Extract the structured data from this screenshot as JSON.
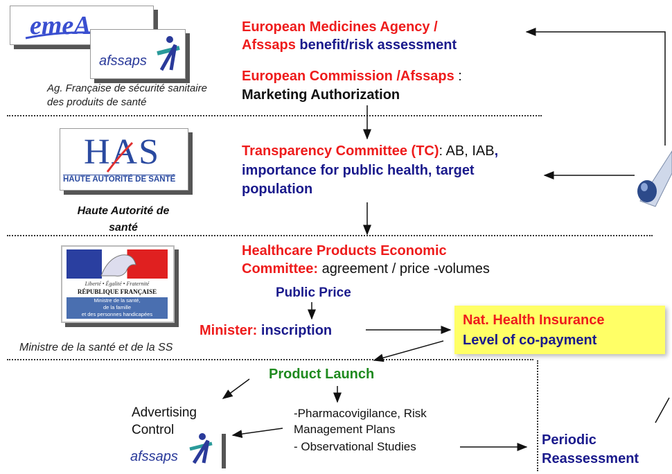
{
  "logos": {
    "emea_text": "emeA",
    "afssaps_text": "afssaps",
    "has_main": "HAS",
    "has_sub": "HAUTE AUTORITÉ DE SANTÉ",
    "republic_motto": "Liberté • Égalité • Fraternité",
    "republic_name": "RÉPUBLIQUE FRANÇAISE",
    "ministry_line1": "Ministre de la santé,",
    "ministry_line2": "de la famille",
    "ministry_line3": "et des personnes handicapées",
    "afssaps_bottom_text": "afssaps"
  },
  "captions": {
    "afssaps": "Ag. Française de sécurité sanitaire des produits de santé",
    "has": "Haute Autorité de santé",
    "ministry": "Ministre de la santé et de la SS"
  },
  "section1": {
    "ema_red": "European Medicines Agency /",
    "ema_red2": "Afssaps",
    "ema_navy": "benefit/risk assessment",
    "ec_red": "European Commission /Afssaps",
    "ec_colon": " :",
    "ec_black": "Marketing Authorization"
  },
  "section2": {
    "tc_red": "Transparency Committee (TC)",
    "tc_black": ": AB, IAB",
    "tc_comma": ",",
    "tc_navy1": "importance for public health, target",
    "tc_navy2": "population"
  },
  "section3": {
    "hpec_red1": "Healthcare Products Economic",
    "hpec_red2": "Committee:",
    "hpec_black": "agreement / price -volumes",
    "public_price": "Public Price",
    "minister_red": "Minister:",
    "minister_navy": "inscription",
    "nhi_red": "Nat. Health Insurance",
    "nhi_navy": "Level of co-payment"
  },
  "section4": {
    "launch": "Product Launch",
    "advertising1": "Advertising",
    "advertising2": "Control",
    "pharma1": "-Pharmacovigilance, Risk",
    "pharma2": "Management Plans",
    "pharma3": "- Observational Studies",
    "periodic1": "Periodic",
    "periodic2": "Reassessment"
  },
  "colors": {
    "red": "#ee1c1c",
    "navy": "#1a1a8c",
    "green": "#1f8a1f",
    "highlight": "#ffff66"
  },
  "icons": [
    "syringe-icon",
    "emea-logo",
    "afssaps-logo",
    "has-logo",
    "marianne-logo"
  ]
}
